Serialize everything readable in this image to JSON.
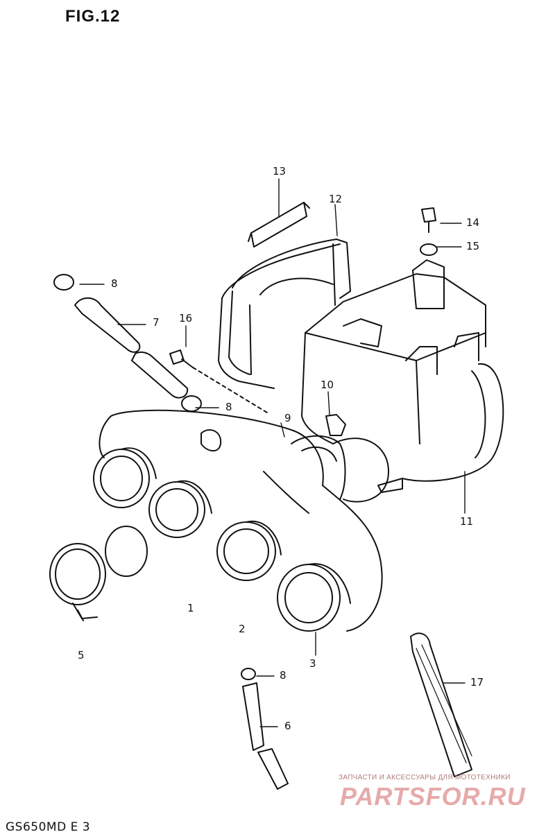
{
  "figure": {
    "title": "FIG.12"
  },
  "model": {
    "code": "GS650MD  E 3"
  },
  "callouts": [
    {
      "id": "c1",
      "label": "1"
    },
    {
      "id": "c2",
      "label": "2"
    },
    {
      "id": "c3",
      "label": "3"
    },
    {
      "id": "c5",
      "label": "5"
    },
    {
      "id": "c6",
      "label": "6"
    },
    {
      "id": "c7",
      "label": "7"
    },
    {
      "id": "c8a",
      "label": "8"
    },
    {
      "id": "c8b",
      "label": "8"
    },
    {
      "id": "c8c",
      "label": "8"
    },
    {
      "id": "c9",
      "label": "9"
    },
    {
      "id": "c10",
      "label": "10"
    },
    {
      "id": "c11",
      "label": "11"
    },
    {
      "id": "c12",
      "label": "12"
    },
    {
      "id": "c13",
      "label": "13"
    },
    {
      "id": "c14",
      "label": "14"
    },
    {
      "id": "c15",
      "label": "15"
    },
    {
      "id": "c16",
      "label": "16"
    },
    {
      "id": "c17",
      "label": "17"
    }
  ],
  "watermark": {
    "tagline": "ЗАПЧАСТИ И АКСЕССУАРЫ ДЛЯ МОТОТЕХНИКИ",
    "logo": "PARTSFOR.RU"
  }
}
